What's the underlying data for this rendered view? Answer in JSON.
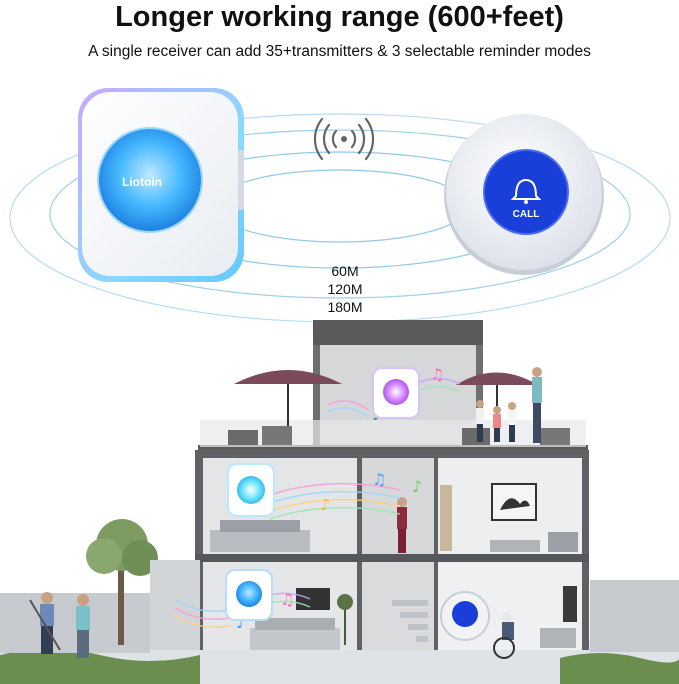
{
  "header": {
    "title": "Longer working range (600+feet)",
    "subtitle": "A single receiver can add 35+transmitters & 3 selectable reminder modes"
  },
  "receiver": {
    "brand_text": "Liotoin",
    "glow_color": "#3fb6ff",
    "icon": "doorbell-receiver-icon"
  },
  "transmitter": {
    "button_label": "CALL",
    "button_color": "#1a3fd8",
    "icon": "bell-icon"
  },
  "signal": {
    "icon": "wireless-signal-icon"
  },
  "range": {
    "labels": [
      "60M",
      "120M",
      "180M"
    ]
  },
  "house": {
    "icon": "house-cutaway-illustration"
  }
}
